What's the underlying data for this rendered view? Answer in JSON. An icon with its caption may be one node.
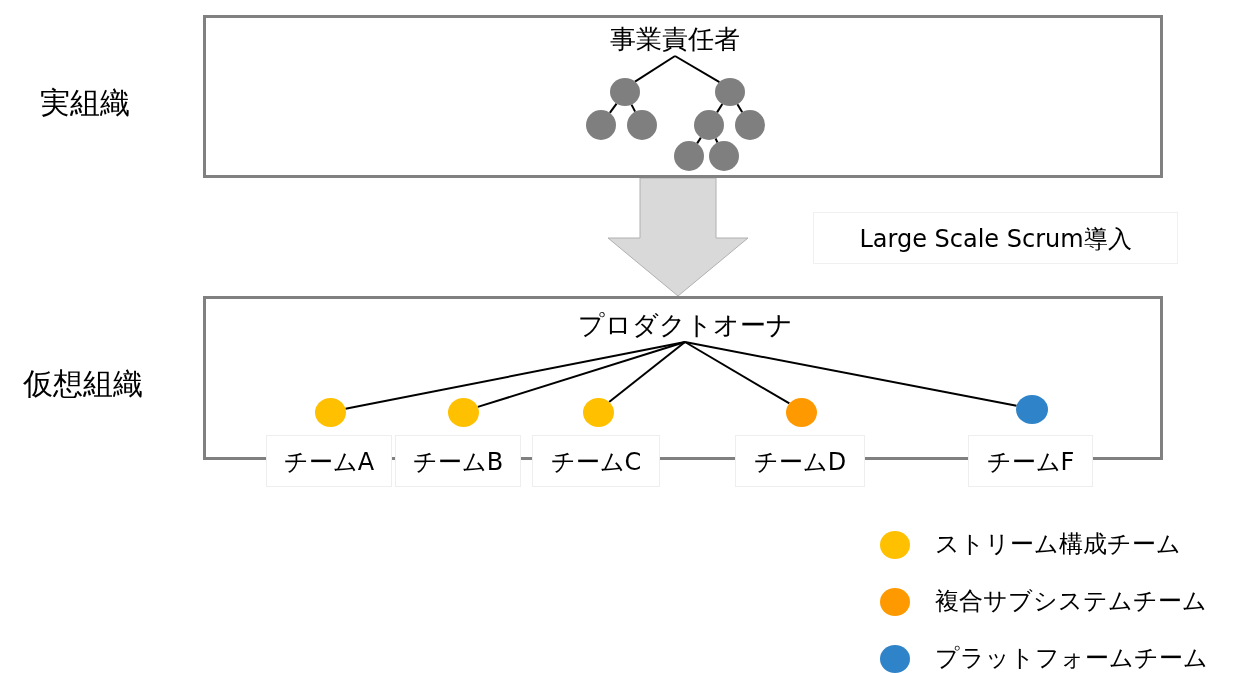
{
  "diagram": {
    "nodes": [
      {
        "text": [],
        "shape": "box",
        "beside": [
          "実組織"
        ]
      },
      {
        "text": [
          "事業責任者"
        ],
        "in": 0
      },
      {
        "text": [],
        "shape": "circle",
        "in": 0
      },
      {
        "text": [],
        "shape": "circle",
        "in": 0
      },
      {
        "text": [],
        "shape": "circle",
        "in": 0
      },
      {
        "text": [],
        "shape": "circle",
        "in": 0
      },
      {
        "text": [],
        "shape": "circle",
        "in": 0
      },
      {
        "text": [],
        "shape": "circle",
        "in": 0
      },
      {
        "text": [],
        "shape": "circle",
        "in": 0
      },
      {
        "text": [],
        "shape": "circle",
        "in": 0
      },
      {
        "text": [],
        "shape": "box",
        "beside": [
          "仮想組織"
        ]
      },
      {
        "text": [
          "プロダクトオーナ"
        ],
        "in": 10
      },
      {
        "text": [],
        "shape": "circle",
        "in": 10,
        "beside": [
          "チームA"
        ]
      },
      {
        "text": [],
        "shape": "circle",
        "in": 10,
        "beside": [
          "チームB"
        ]
      },
      {
        "text": [],
        "shape": "circle",
        "in": 10,
        "beside": [
          "チームC"
        ]
      },
      {
        "text": [],
        "shape": "circle",
        "in": 10,
        "beside": [
          "チームD"
        ]
      },
      {
        "text": [],
        "shape": "circle",
        "in": 10,
        "beside": [
          "チームF"
        ]
      }
    ],
    "edges": [
      {
        "from": 1,
        "to": 2,
        "arrow": "none"
      },
      {
        "from": 1,
        "to": 3,
        "arrow": "none"
      },
      {
        "from": 2,
        "to": 4,
        "arrow": "none"
      },
      {
        "from": 2,
        "to": 5,
        "arrow": "none"
      },
      {
        "from": 3,
        "to": 6,
        "arrow": "none"
      },
      {
        "from": 3,
        "to": 7,
        "arrow": "none"
      },
      {
        "from": 6,
        "to": 8,
        "arrow": "none"
      },
      {
        "from": 6,
        "to": 9,
        "arrow": "none"
      },
      {
        "from": 0,
        "to": 10,
        "arrow": "to",
        "style": "thick",
        "color": "#d9d9d9"
      },
      {
        "from": 11,
        "to": 12,
        "arrow": "none"
      },
      {
        "from": 11,
        "to": 13,
        "arrow": "none"
      },
      {
        "from": 11,
        "to": 14,
        "arrow": "none"
      },
      {
        "from": 11,
        "to": 15,
        "arrow": "none"
      },
      {
        "from": 11,
        "to": 16,
        "arrow": "none"
      }
    ],
    "labels": [
      "Large Scale Scrum導入"
    ],
    "legend": [
      {
        "text": "ストリーム構成チーム",
        "color": "#ffc000"
      },
      {
        "text": "複合サブシステムチーム",
        "color": "#ff9900"
      },
      {
        "text": "プラットフォームチーム",
        "color": "#2f83c8"
      }
    ]
  }
}
